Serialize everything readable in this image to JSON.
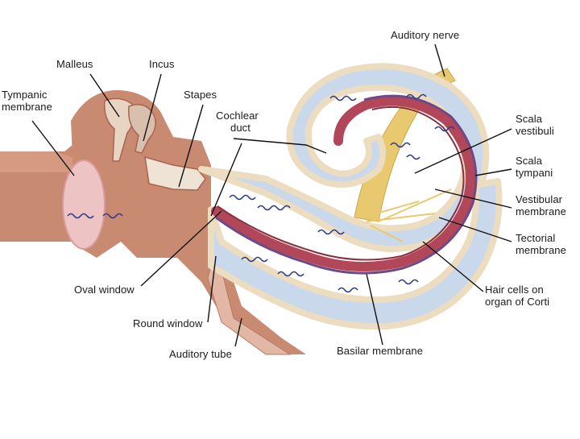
{
  "diagram": {
    "labels": {
      "tympanic_membrane": [
        "Tympanic",
        "membrane"
      ],
      "malleus": "Malleus",
      "incus": "Incus",
      "stapes": "Stapes",
      "cochlear_duct": [
        "Cochlear",
        "duct"
      ],
      "auditory_nerve": "Auditory nerve",
      "scala_vestibuli": [
        "Scala",
        "vestibuli"
      ],
      "scala_tympani": [
        "Scala",
        "tympani"
      ],
      "vestibular_membrane": [
        "Vestibular",
        "membrane"
      ],
      "tectorial_membrane": [
        "Tectorial",
        "membrane"
      ],
      "hair_cells": [
        "Hair cells on",
        "organ of Corti"
      ],
      "oval_window": "Oval window",
      "round_window": "Round window",
      "auditory_tube": "Auditory tube",
      "basilar_membrane": "Basilar membrane"
    },
    "colors": {
      "tissue": "#c98a72",
      "tissue_dark": "#a8644f",
      "tissue_light": "#e8b9a6",
      "canal_fluid": "#c9d8ea",
      "canal_border": "#ecdcc0",
      "duct_red": "#b2475a",
      "duct_purple": "#6d4a86",
      "wave_blue": "#2b3a8c",
      "nerve_yellow": "#e9c970",
      "leader_line": "#111111"
    }
  }
}
